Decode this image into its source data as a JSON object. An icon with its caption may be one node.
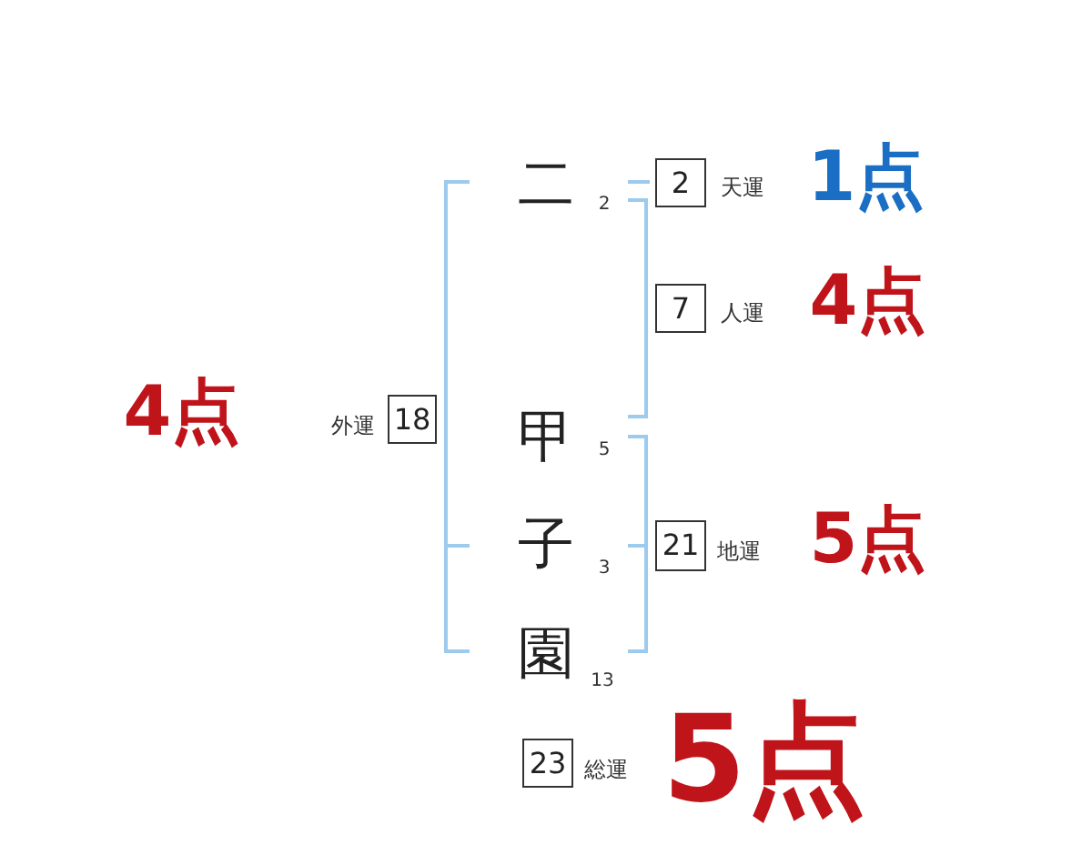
{
  "diagram": {
    "nodes": [
      {
        "text": [
          "2"
        ],
        "beside": [
          "天運"
        ]
      },
      {
        "text": [
          "7"
        ],
        "beside": [
          "人運"
        ]
      },
      {
        "text": [
          "18"
        ],
        "beside": [
          "外運"
        ]
      },
      {
        "text": [
          "21"
        ],
        "beside": [
          "地運"
        ]
      },
      {
        "text": [
          "23"
        ],
        "beside": [
          "総運"
        ]
      }
    ],
    "labels": [
      "二",
      "2",
      "1点",
      "4点",
      "4点",
      "甲",
      "5",
      "子",
      "3",
      "5点",
      "園",
      "13",
      "5点"
    ]
  }
}
